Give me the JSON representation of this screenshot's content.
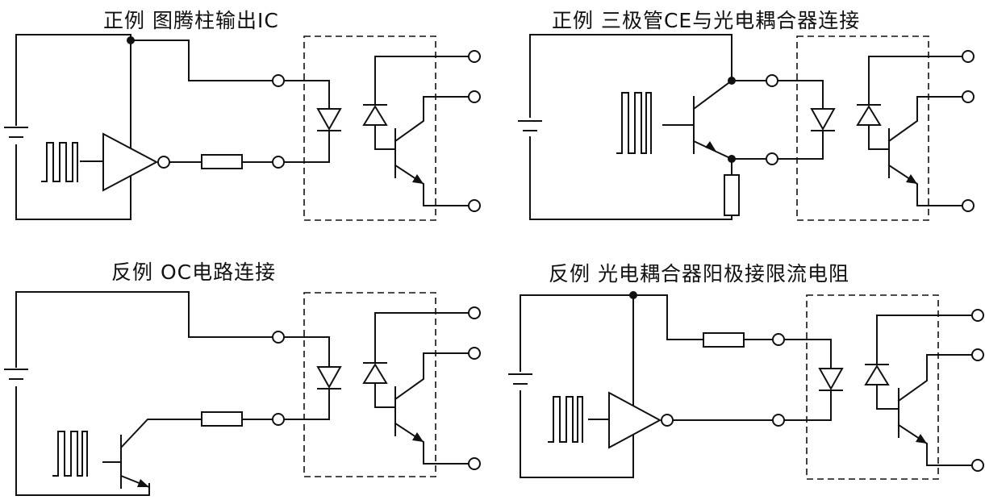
{
  "diagrams": [
    {
      "id": "top-left",
      "title": "正例  图腾柱输出IC"
    },
    {
      "id": "top-right",
      "title": "正例  三极管CE与光电耦合器连接"
    },
    {
      "id": "bottom-left",
      "title": "反例  OC电路连接"
    },
    {
      "id": "bottom-right",
      "title": "反例  光电耦合器阳极接限流电阻"
    }
  ],
  "colors": {
    "ink": "#111111",
    "paper": "#ffffff"
  },
  "icons": [
    "battery-icon",
    "pulse-waveform-icon",
    "buffer-gate-icon",
    "resistor-icon",
    "led-diode-icon",
    "npn-transistor-icon",
    "terminal-icon",
    "junction-dot-icon"
  ]
}
